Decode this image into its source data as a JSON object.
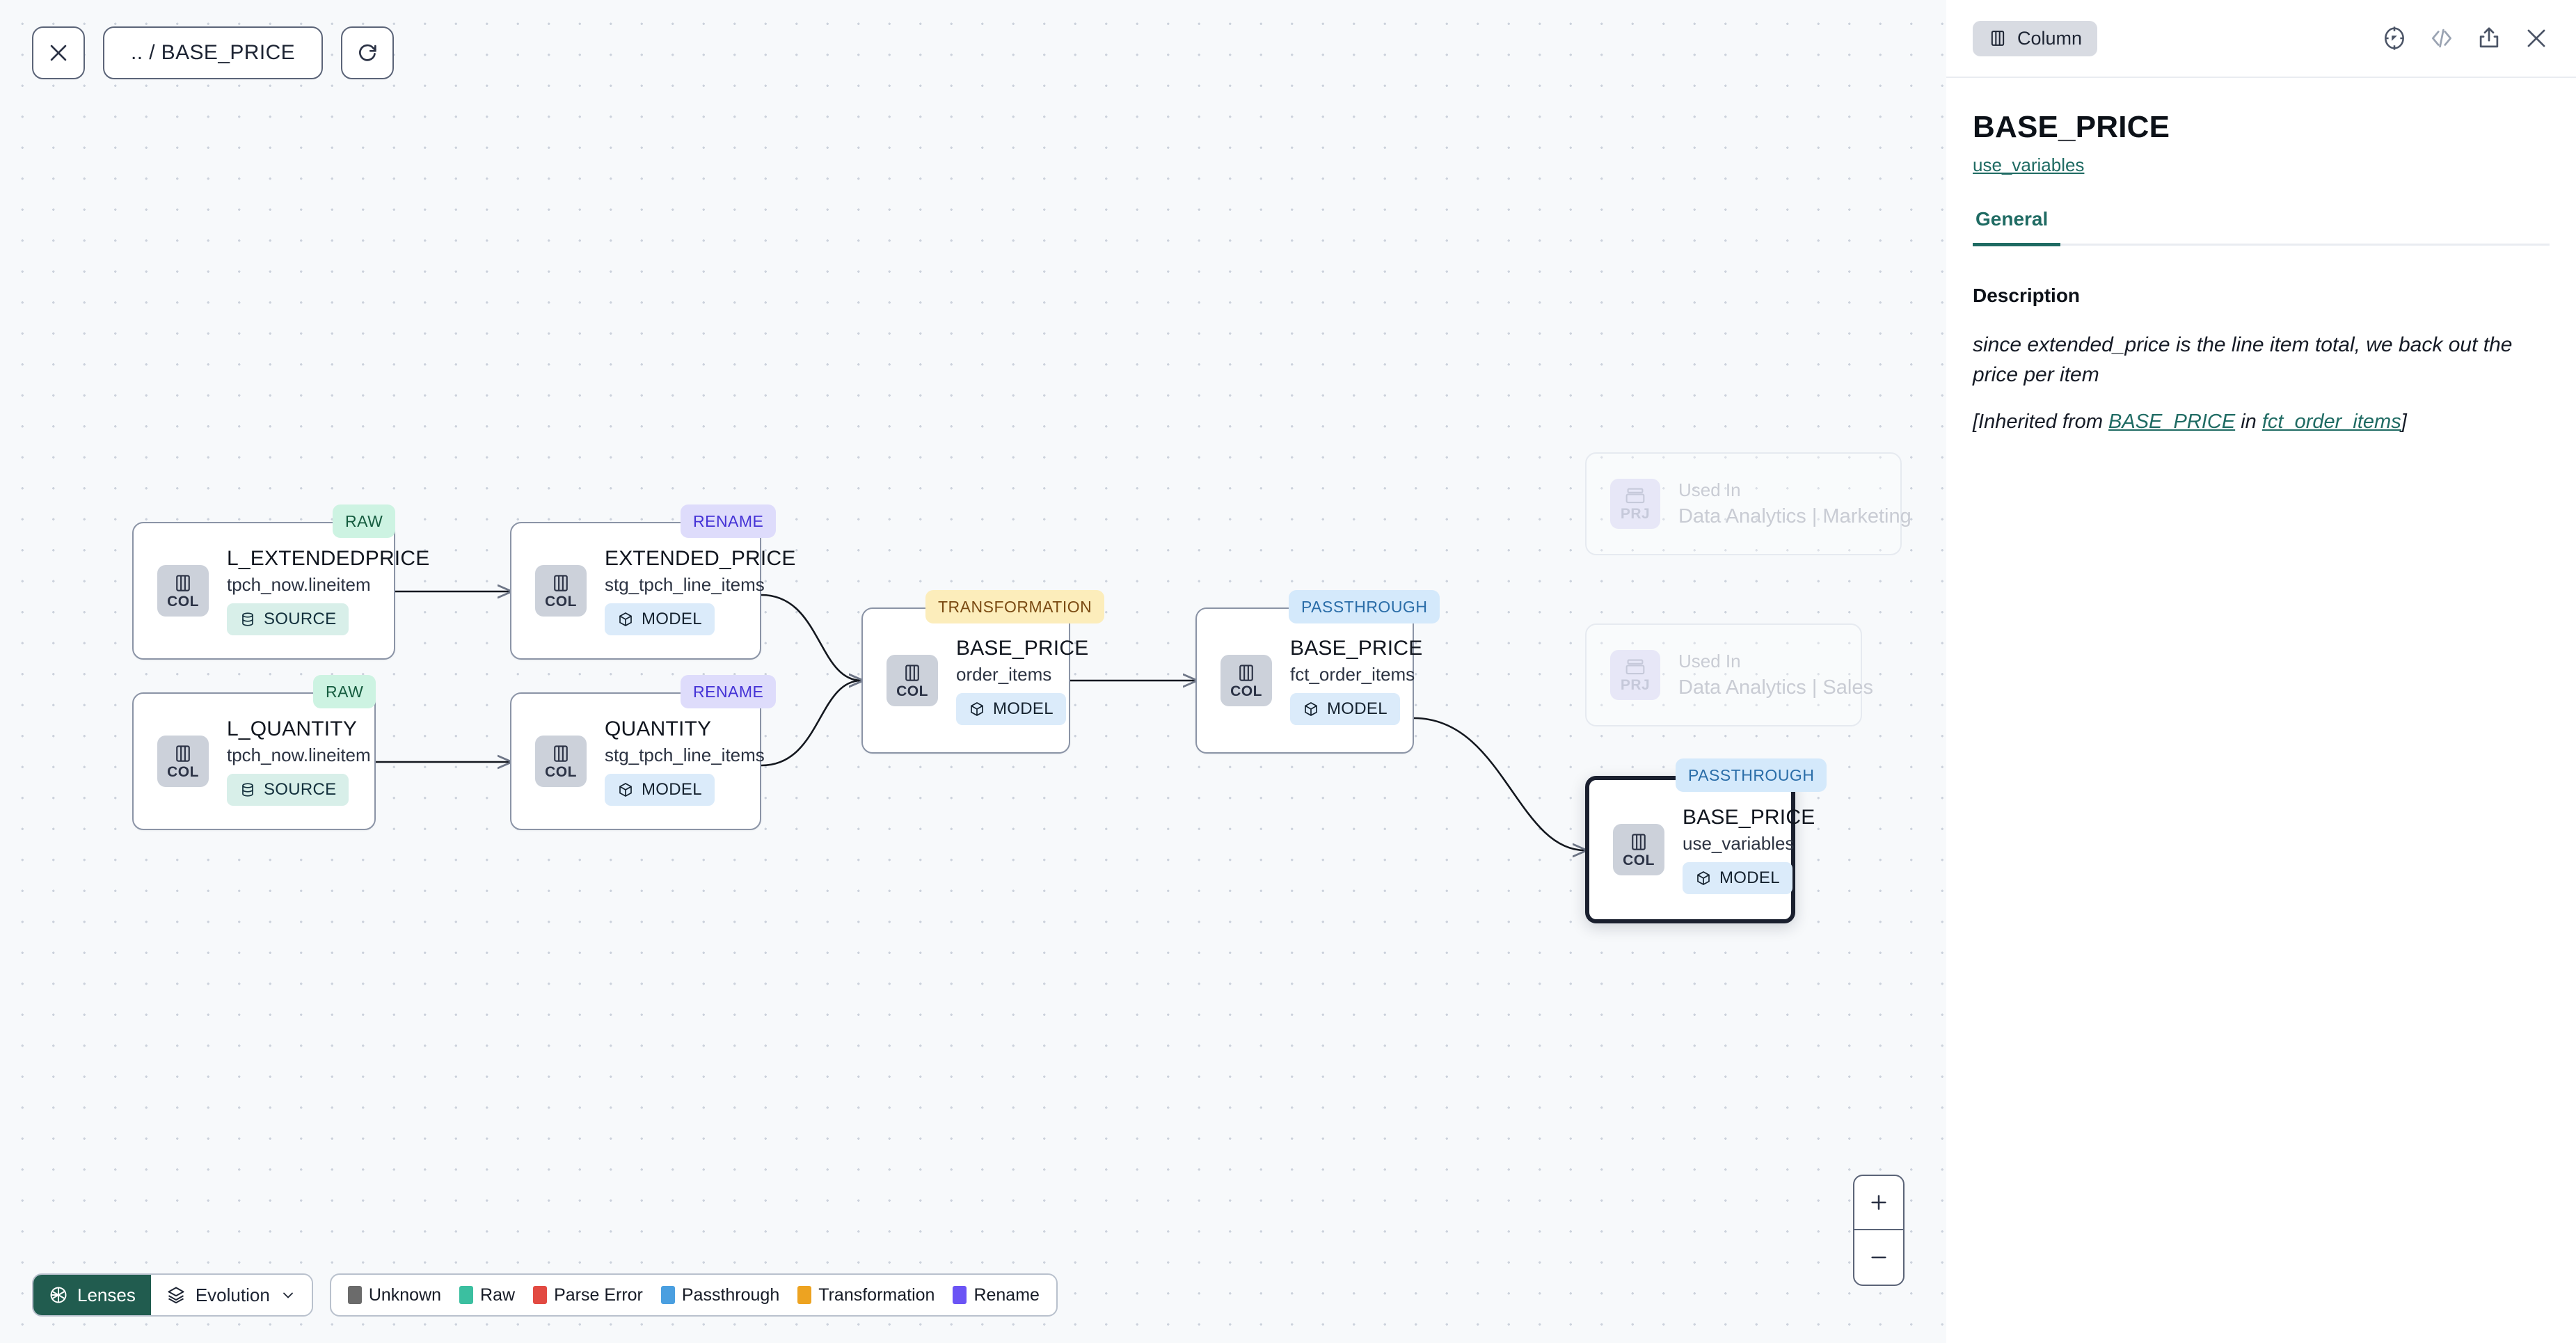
{
  "toolbar": {
    "close_icon": "close-icon",
    "breadcrumb": ".. / BASE_PRICE",
    "refresh_icon": "refresh-icon"
  },
  "canvas": {
    "nodes": [
      {
        "id": "n1",
        "title": "L_EXTENDEDPRICE",
        "subtitle": "tpch_now.lineitem",
        "chip": "SOURCE",
        "chip_kind": "source",
        "badge": "RAW",
        "badge_kind": "raw",
        "icon": "COL",
        "selected": false
      },
      {
        "id": "n2",
        "title": "L_QUANTITY",
        "subtitle": "tpch_now.lineitem",
        "chip": "SOURCE",
        "chip_kind": "source",
        "badge": "RAW",
        "badge_kind": "raw",
        "icon": "COL",
        "selected": false
      },
      {
        "id": "n3",
        "title": "EXTENDED_PRICE",
        "subtitle": "stg_tpch_line_items",
        "chip": "MODEL",
        "chip_kind": "model",
        "badge": "RENAME",
        "badge_kind": "rename",
        "icon": "COL",
        "selected": false
      },
      {
        "id": "n4",
        "title": "QUANTITY",
        "subtitle": "stg_tpch_line_items",
        "chip": "MODEL",
        "chip_kind": "model",
        "badge": "RENAME",
        "badge_kind": "rename",
        "icon": "COL",
        "selected": false
      },
      {
        "id": "n5",
        "title": "BASE_PRICE",
        "subtitle": "order_items",
        "chip": "MODEL",
        "chip_kind": "model",
        "badge": "TRANSFORMATION",
        "badge_kind": "transformation",
        "icon": "COL",
        "selected": false
      },
      {
        "id": "n6",
        "title": "BASE_PRICE",
        "subtitle": "fct_order_items",
        "chip": "MODEL",
        "chip_kind": "model",
        "badge": "PASSTHROUGH",
        "badge_kind": "passthrough",
        "icon": "COL",
        "selected": false
      },
      {
        "id": "n7",
        "title": "BASE_PRICE",
        "subtitle": "use_variables",
        "chip": "MODEL",
        "chip_kind": "model",
        "badge": "PASSTHROUGH",
        "badge_kind": "passthrough",
        "icon": "COL",
        "selected": true
      }
    ],
    "ghost_cards": [
      {
        "id": "g1",
        "icon": "PRJ",
        "line1": "Used In",
        "line2": "Data Analytics | Marketing"
      },
      {
        "id": "g2",
        "icon": "PRJ",
        "line1": "Used In",
        "line2": "Data Analytics | Sales"
      }
    ]
  },
  "bottom": {
    "lenses_label": "Lenses",
    "lenses_icon": "aperture-icon",
    "evolution_label": "Evolution",
    "evolution_icon": "layers-icon",
    "evolution_caret": "chevron-down-icon",
    "legend": [
      {
        "label": "Unknown",
        "color": "#6b6b6b"
      },
      {
        "label": "Raw",
        "color": "#3bbfa0"
      },
      {
        "label": "Parse Error",
        "color": "#e24a42"
      },
      {
        "label": "Passthrough",
        "color": "#4a9fe0"
      },
      {
        "label": "Transformation",
        "color": "#eda321"
      },
      {
        "label": "Rename",
        "color": "#6b54f5"
      }
    ],
    "zoom_in": "+",
    "zoom_out": "–"
  },
  "panel": {
    "type_chip": "Column",
    "type_icon": "column-icon",
    "icons": [
      "compass-icon",
      "code-icon",
      "share-icon",
      "close-icon"
    ],
    "title": "BASE_PRICE",
    "model_link": "use_variables",
    "tabs": [
      {
        "label": "General",
        "active": true
      }
    ],
    "section_label": "Description",
    "description": "since extended_price is the line item total, we back out the price per item",
    "inherited_prefix": "[Inherited from ",
    "inherited_column": "BASE_PRICE",
    "inherited_mid": " in ",
    "inherited_model": "fct_order_items",
    "inherited_suffix": "]"
  },
  "colors": {
    "accent": "#1f6b63",
    "lenses_bg": "#215c4f",
    "selected_border": "#1a1f2e"
  }
}
